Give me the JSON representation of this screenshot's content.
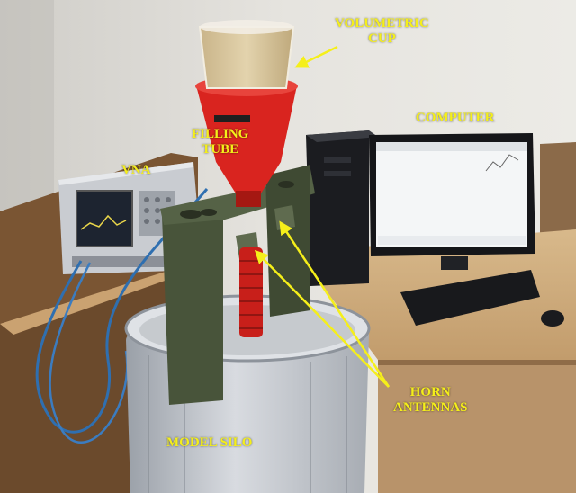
{
  "labels": {
    "volumetric_cup": [
      "VOLUMETRIC",
      "CUP"
    ],
    "filling_tube": [
      "FILLING",
      "TUBE"
    ],
    "vna": "VNA",
    "computer": "COMPUTER",
    "horn_antennas": [
      "HORN",
      "ANTENNAS"
    ],
    "model_silo": "MODEL SILO"
  },
  "colors": {
    "label": "#f5ef1a",
    "arrow": "#f5ef1a",
    "funnel": "#d9241f",
    "silo": "#c8cbd0",
    "frame": "#48543a",
    "desk": "#c9a77c",
    "wall": "#e3e1dc",
    "screen": "#f4f6f7",
    "cable": "#2f6fb0"
  }
}
